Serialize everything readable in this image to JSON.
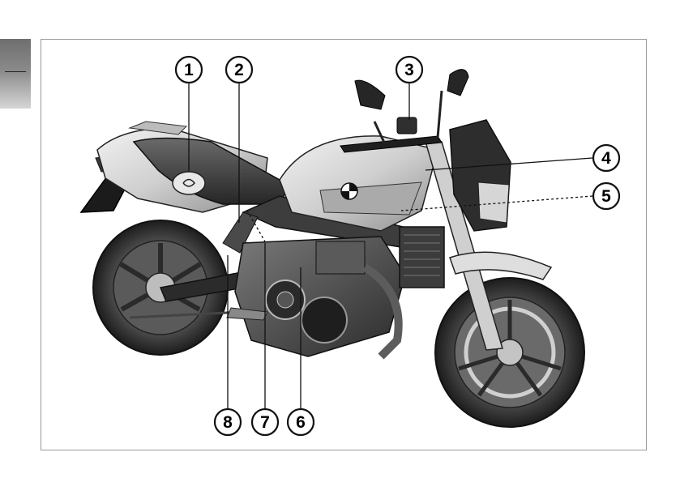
{
  "figure": {
    "subject": "motorcycle",
    "callouts": [
      {
        "number": "1"
      },
      {
        "number": "2"
      },
      {
        "number": "3"
      },
      {
        "number": "4"
      },
      {
        "number": "5"
      },
      {
        "number": "6"
      },
      {
        "number": "7"
      },
      {
        "number": "8"
      }
    ]
  },
  "colors": {
    "frame_border": "#9a9a9a",
    "line_art": "#1a1a1a",
    "tank_light": "#d9d9d9",
    "body_dark": "#2e2e2e"
  }
}
